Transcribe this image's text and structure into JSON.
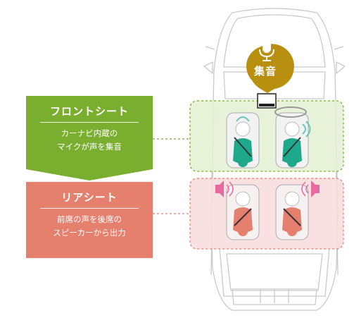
{
  "mic": {
    "label": "集音",
    "icon": "microphone-icon",
    "color": "#b98f10"
  },
  "front": {
    "title": "フロントシート",
    "lines": [
      "カーナビ内蔵の",
      "マイクが声を集音"
    ],
    "color": "#7aae2f",
    "zone_color": "#e6f1d5"
  },
  "rear": {
    "title": "リアシート",
    "lines": [
      "前席の声を後席の",
      "スピーカーから出力"
    ],
    "color": "#e57f6e",
    "zone_color": "#f8dede",
    "icon": "speaker-icon",
    "speaker_color": "#e86aa0"
  }
}
